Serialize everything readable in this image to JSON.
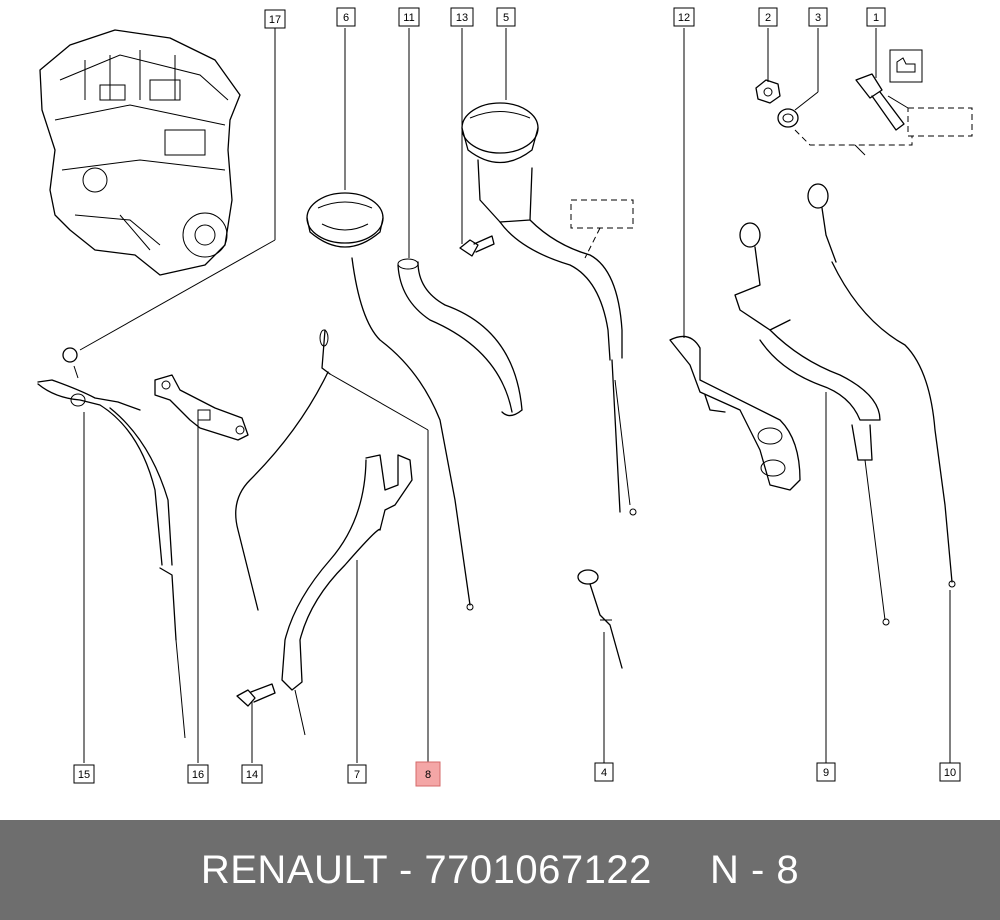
{
  "footer": {
    "brand": "RENAULT",
    "part_number": "7701067122",
    "position": "N - 8",
    "text": "RENAULT - 7701067122     N - 8"
  },
  "callouts": [
    {
      "label": "17",
      "highlighted": false
    },
    {
      "label": "6",
      "highlighted": false
    },
    {
      "label": "11",
      "highlighted": false
    },
    {
      "label": "13",
      "highlighted": false
    },
    {
      "label": "5",
      "highlighted": false
    },
    {
      "label": "12",
      "highlighted": false
    },
    {
      "label": "2",
      "highlighted": false
    },
    {
      "label": "3",
      "highlighted": false
    },
    {
      "label": "1",
      "highlighted": false
    },
    {
      "label": "15",
      "highlighted": false
    },
    {
      "label": "16",
      "highlighted": false
    },
    {
      "label": "14",
      "highlighted": false
    },
    {
      "label": "7",
      "highlighted": false
    },
    {
      "label": "8",
      "highlighted": true
    },
    {
      "label": "4",
      "highlighted": false
    },
    {
      "label": "9",
      "highlighted": false
    },
    {
      "label": "10",
      "highlighted": false
    }
  ],
  "colors": {
    "highlight_fill": "#f4a6a6",
    "highlight_stroke": "#d46a6a",
    "footer_bg": "#6e6e6e",
    "footer_text": "#ffffff"
  },
  "icons": [
    "engine-block-icon",
    "oil-can-symbol-icon"
  ]
}
